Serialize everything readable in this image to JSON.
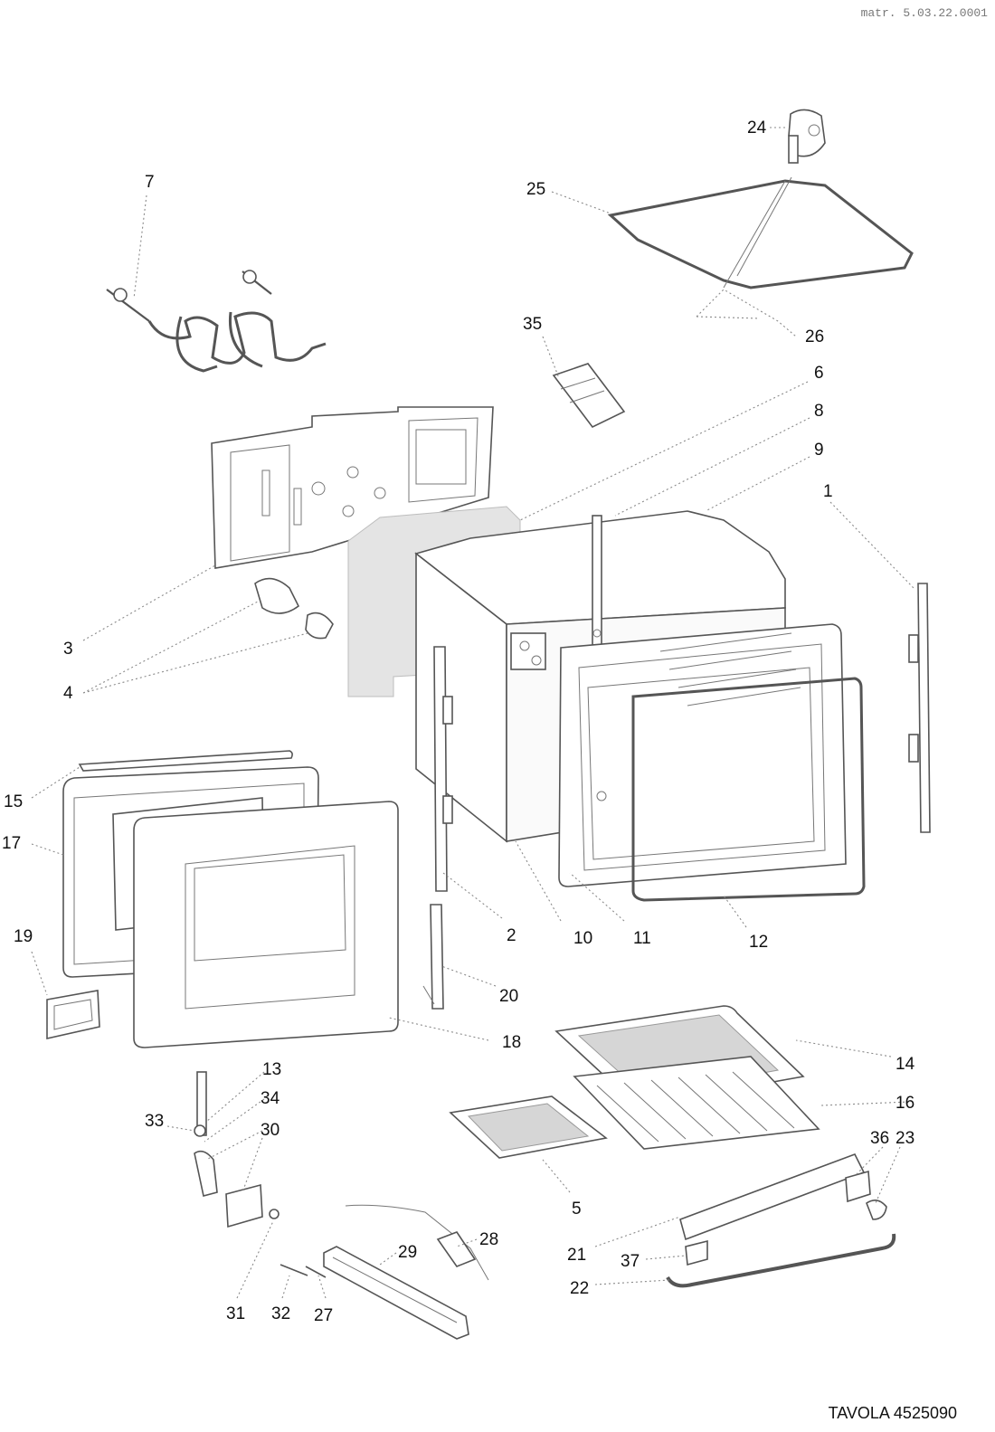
{
  "header": {
    "code": "matr. 5.03.22.0001"
  },
  "footer": {
    "table_code": "TAVOLA 4525090"
  },
  "labels": {
    "p1": "1",
    "p2": "2",
    "p3": "3",
    "p4": "4",
    "p5": "5",
    "p6": "6",
    "p7": "7",
    "p8": "8",
    "p9": "9",
    "p10": "10",
    "p11": "11",
    "p12": "12",
    "p13": "13",
    "p14": "14",
    "p15": "15",
    "p16": "16",
    "p17": "17",
    "p18": "18",
    "p19": "19",
    "p20": "20",
    "p21": "21",
    "p22": "22",
    "p23": "23",
    "p24": "24",
    "p25": "25",
    "p26": "26",
    "p27": "27",
    "p28": "28",
    "p29": "29",
    "p30": "30",
    "p31": "31",
    "p32": "32",
    "p33": "33",
    "p34": "34",
    "p35": "35",
    "p36": "36",
    "p37": "37"
  }
}
